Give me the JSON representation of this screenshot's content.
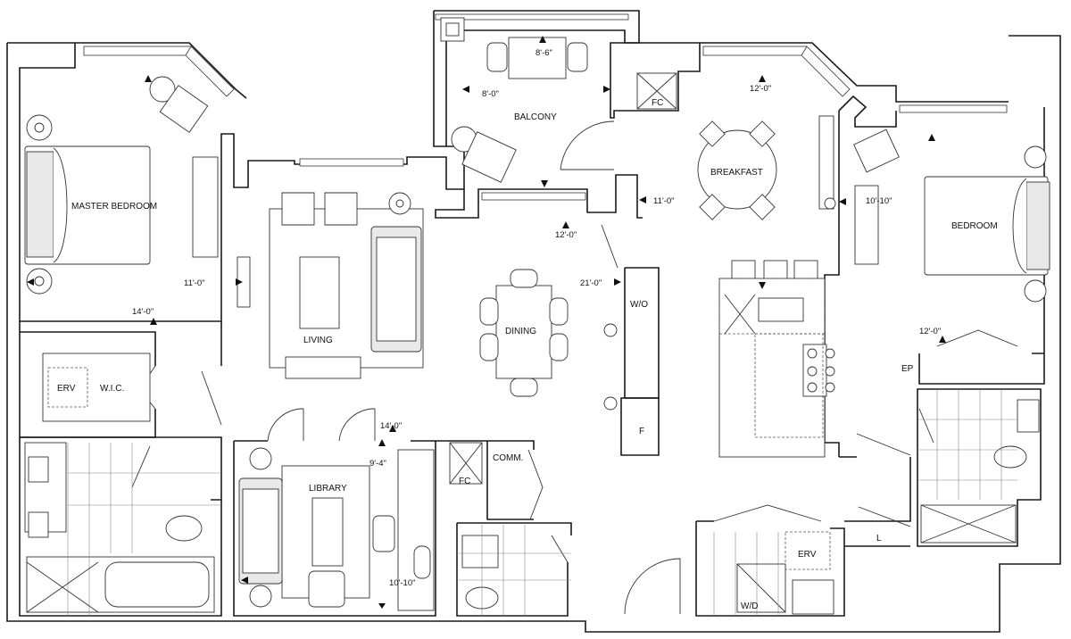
{
  "rooms": {
    "master_bedroom": "MASTER BEDROOM",
    "wic": "W.I.C.",
    "erv_master": "ERV",
    "balcony": "BALCONY",
    "living": "LIVING",
    "dining": "DINING",
    "breakfast": "BREAKFAST",
    "bedroom": "BEDROOM",
    "library": "LIBRARY",
    "comm": "COMM.",
    "fc_top": "FC",
    "fc_bottom": "FC",
    "wo": "W/O",
    "fridge": "F",
    "ep": "EP",
    "linen": "L",
    "erv_laundry": "ERV",
    "wd": "W/D"
  },
  "dimensions": {
    "balcony_depth": "8'-6\"",
    "balcony_width": "8'-0\"",
    "breakfast_width": "12'-0\"",
    "breakfast_depth": "11'-0\"",
    "master_width": "14'-0\"",
    "master_depth": "11'-0\"",
    "living_width": "12'-0\"",
    "living_length": "21'-0\"",
    "bedroom_depth": "10'-10\"",
    "bedroom_width": "12'-0\"",
    "library_width": "14'-0\"",
    "library_depth": "9'-4\"",
    "library_length": "10'-10\""
  }
}
